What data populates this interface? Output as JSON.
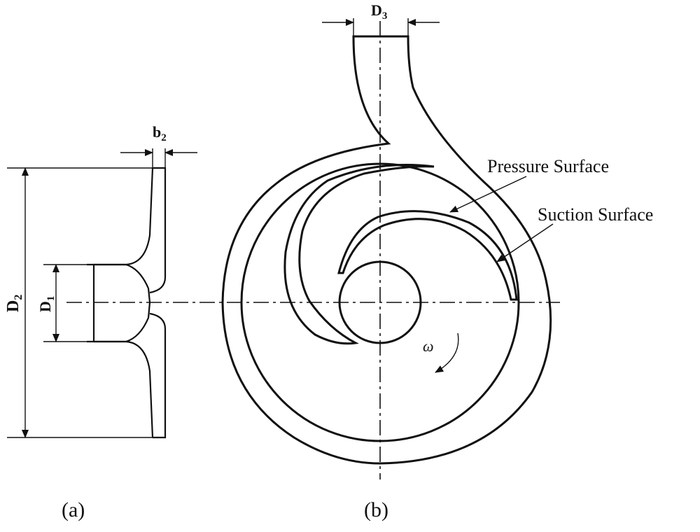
{
  "labels": {
    "b2_main": "b",
    "b2_sub": "2",
    "d2_main": "D",
    "d2_sub": "2",
    "d1_main": "D",
    "d1_sub": "1",
    "d3_main": "D",
    "d3_sub": "3",
    "pressure_surface": "Pressure Surface",
    "suction_surface": "Suction Surface",
    "omega": "ω",
    "panel_a": "(a)",
    "panel_b": "(b)"
  }
}
